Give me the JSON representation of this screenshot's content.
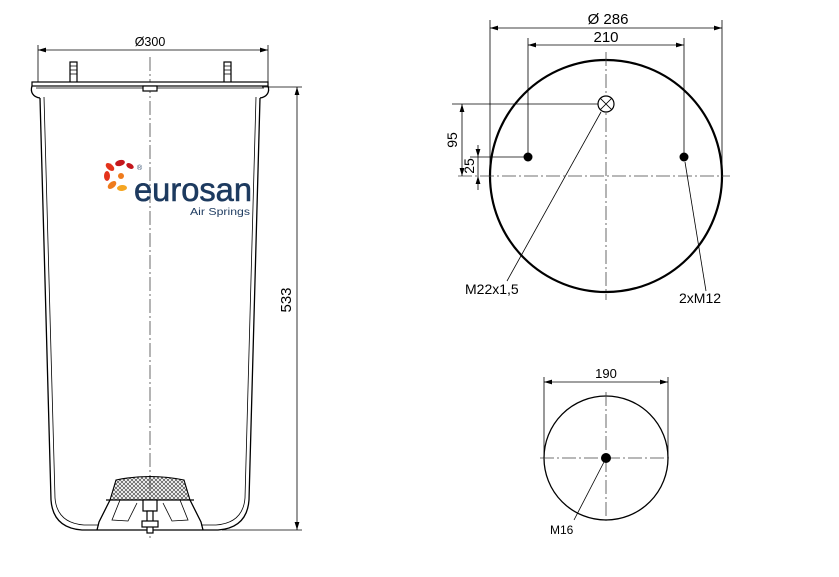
{
  "side_view": {
    "diameter_label": "Ø300",
    "height_label": "533"
  },
  "logo": {
    "registered_mark": "®",
    "brand": "eurosan",
    "tagline": "Air Springs"
  },
  "top_view": {
    "diameter_label": "Ø 286",
    "bolt_spacing_label": "210",
    "inlet_offset_label": "95",
    "bolt_offset_label": "25",
    "inlet_thread_label": "M22x1,5",
    "bolt_thread_label": "2xM12"
  },
  "bottom_view": {
    "diameter_label": "190",
    "thread_label": "M16"
  },
  "colors": {
    "brand_navy": "#1d3a5f",
    "logo_dark_red": "#c4161c",
    "logo_red": "#e4321b",
    "logo_orange": "#ef7b1c",
    "logo_amber": "#f5a623",
    "piston_hatch": "#4a4a4a"
  }
}
